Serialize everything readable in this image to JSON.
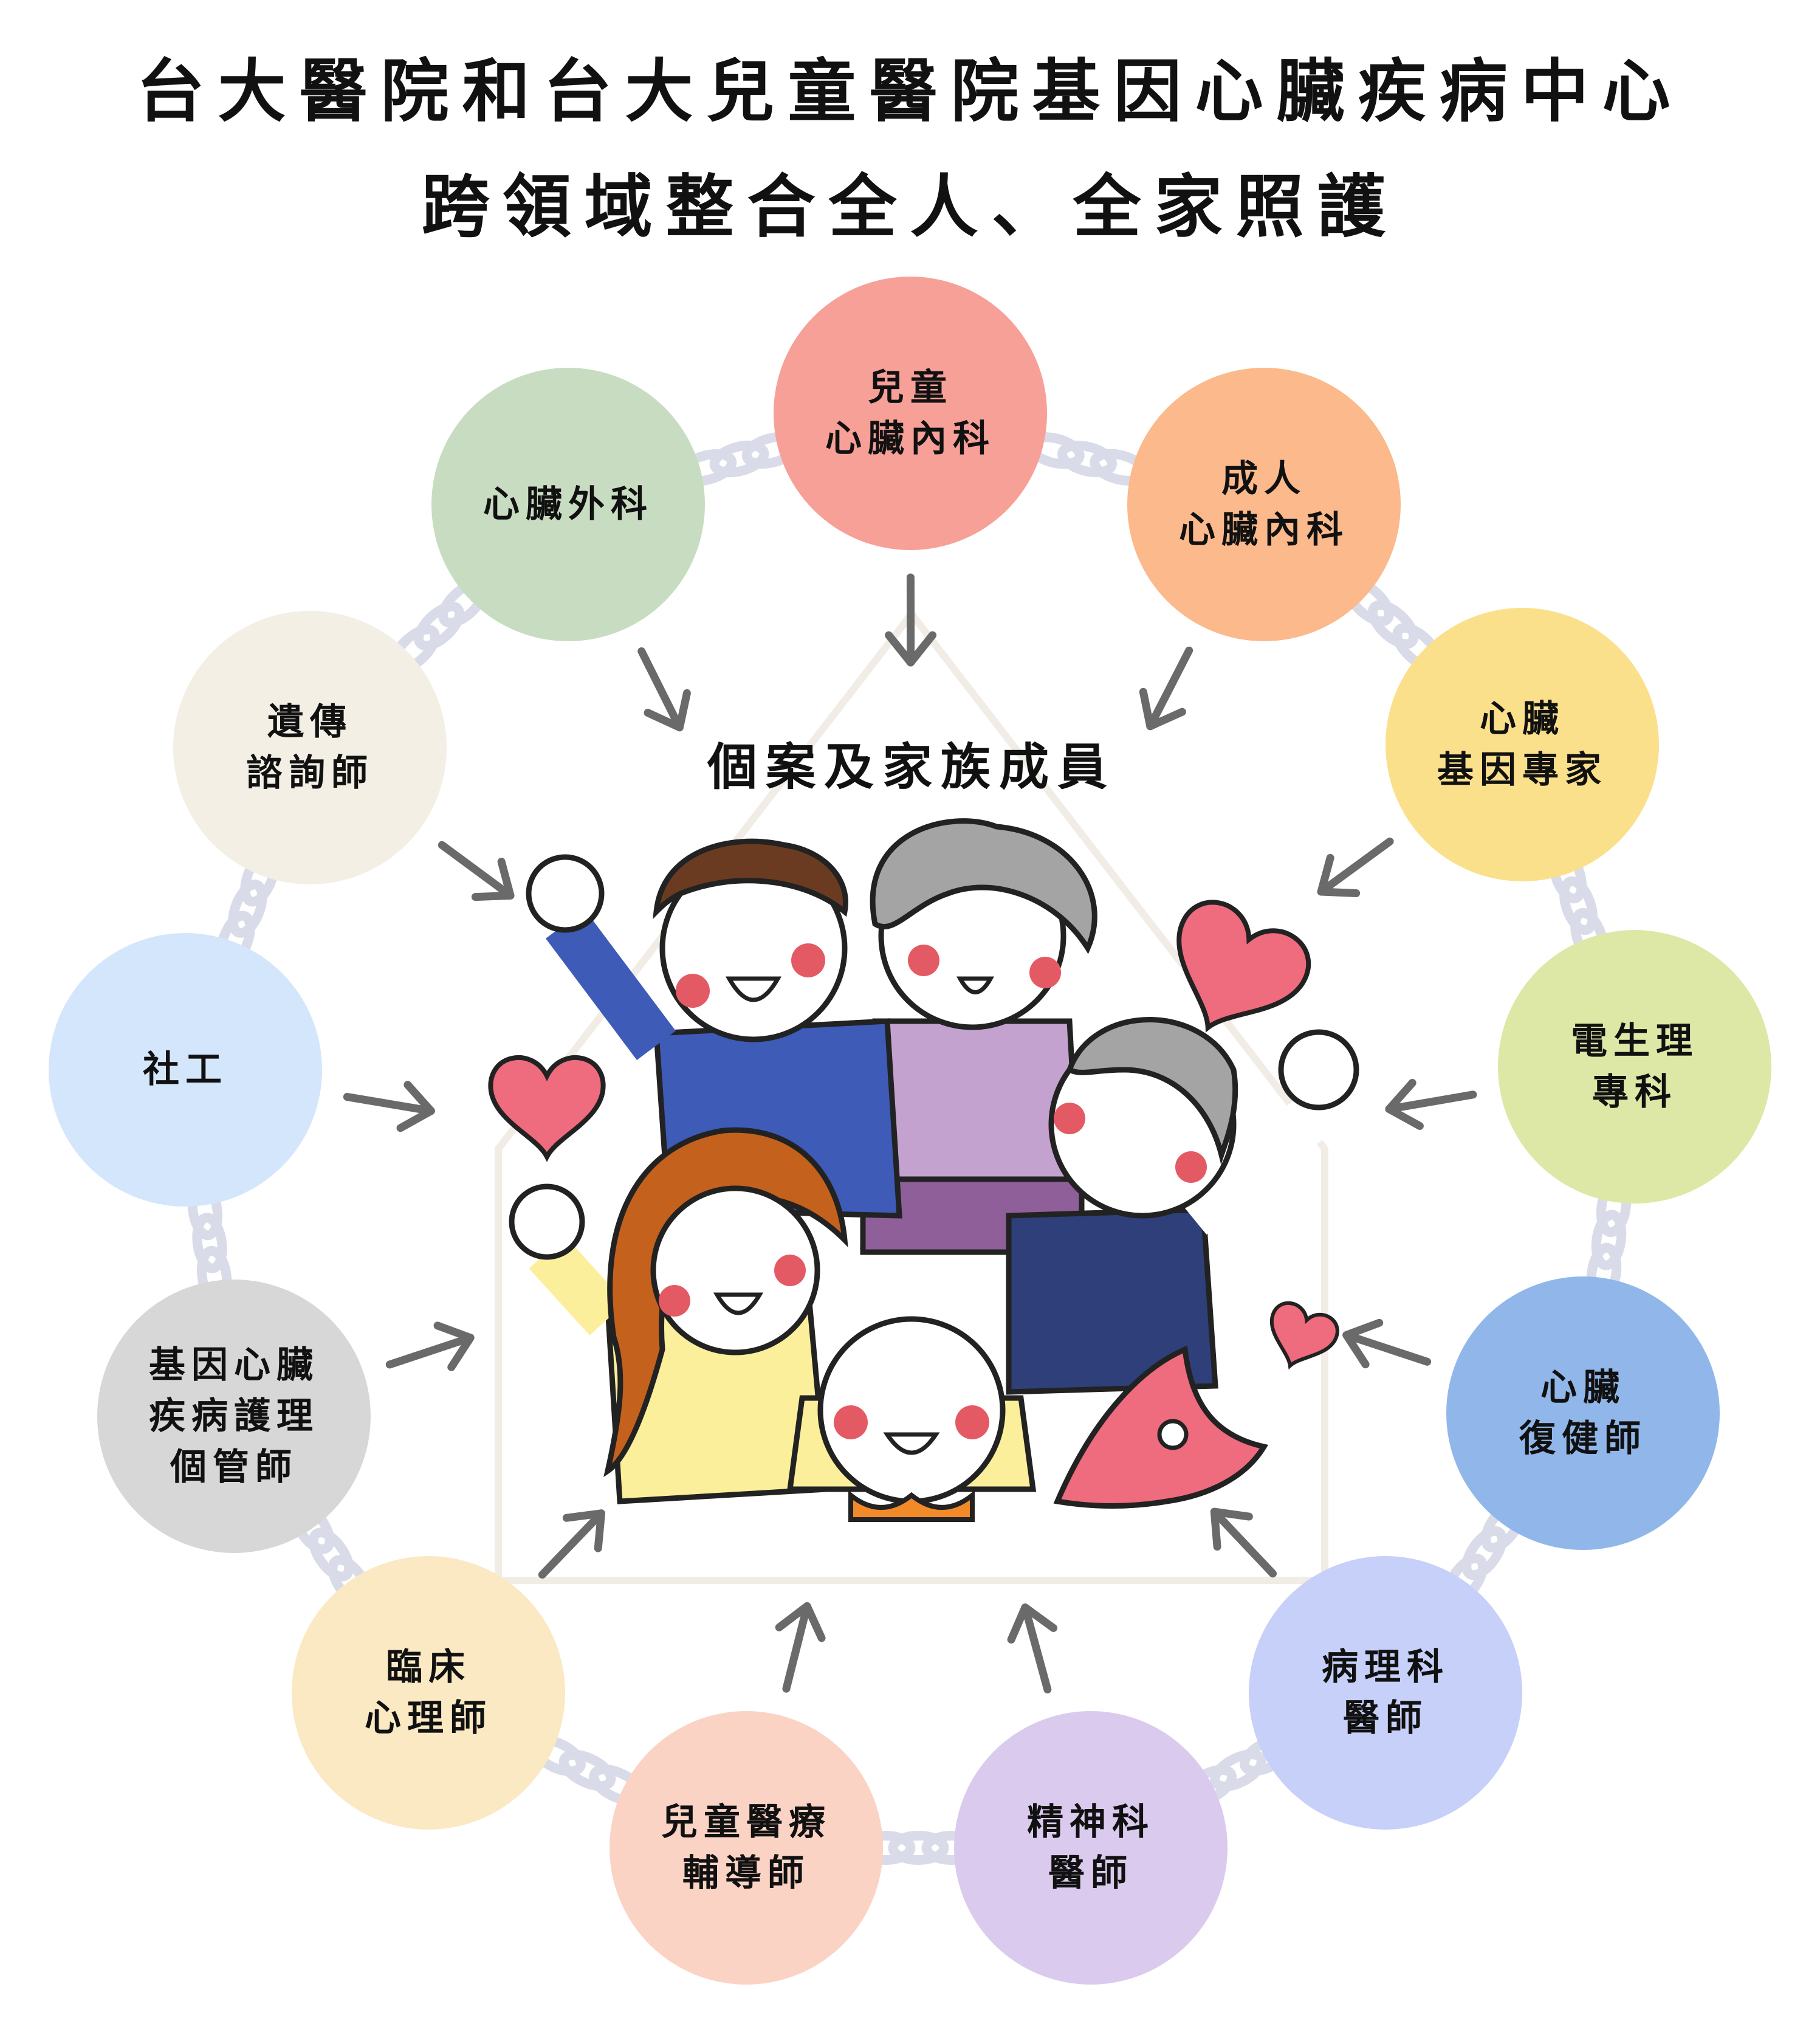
{
  "header": {
    "title_line1": "台大醫院和台大兒童醫院基因心臟疾病中心",
    "title_line2": "跨領域整合全人、全家照護"
  },
  "center": {
    "label": "個案及家族成員"
  },
  "colors": {
    "chain": "#d9dce8",
    "arrow": "#6a6a6a",
    "heart": "#ef6b7e",
    "house_outline": "#f1ece6"
  },
  "specialties": [
    {
      "lines": [
        "兒童",
        "心臟內科"
      ],
      "color": "#f6a098"
    },
    {
      "lines": [
        "成人",
        "心臟內科"
      ],
      "color": "#fbb98c"
    },
    {
      "lines": [
        "心臟",
        "基因專家"
      ],
      "color": "#fbe08c"
    },
    {
      "lines": [
        "電生理",
        "專科"
      ],
      "color": "#dde8a6"
    },
    {
      "lines": [
        "心臟",
        "復健師"
      ],
      "color": "#91b7ea"
    },
    {
      "lines": [
        "病理科",
        "醫師"
      ],
      "color": "#c6d0f8"
    },
    {
      "lines": [
        "精神科",
        "醫師"
      ],
      "color": "#dacbee"
    },
    {
      "lines": [
        "兒童醫療",
        "輔導師"
      ],
      "color": "#fbd3c5"
    },
    {
      "lines": [
        "臨床",
        "心理師"
      ],
      "color": "#fbe9c4"
    },
    {
      "lines": [
        "基因心臟",
        "疾病護理",
        "個管師"
      ],
      "color": "#d7d7d7"
    },
    {
      "lines": [
        "社工"
      ],
      "color": "#d4e6fb"
    },
    {
      "lines": [
        "遺傳",
        "諮詢師"
      ],
      "color": "#f3efe5"
    },
    {
      "lines": [
        "心臟外科"
      ],
      "color": "#c8dcc2"
    }
  ]
}
